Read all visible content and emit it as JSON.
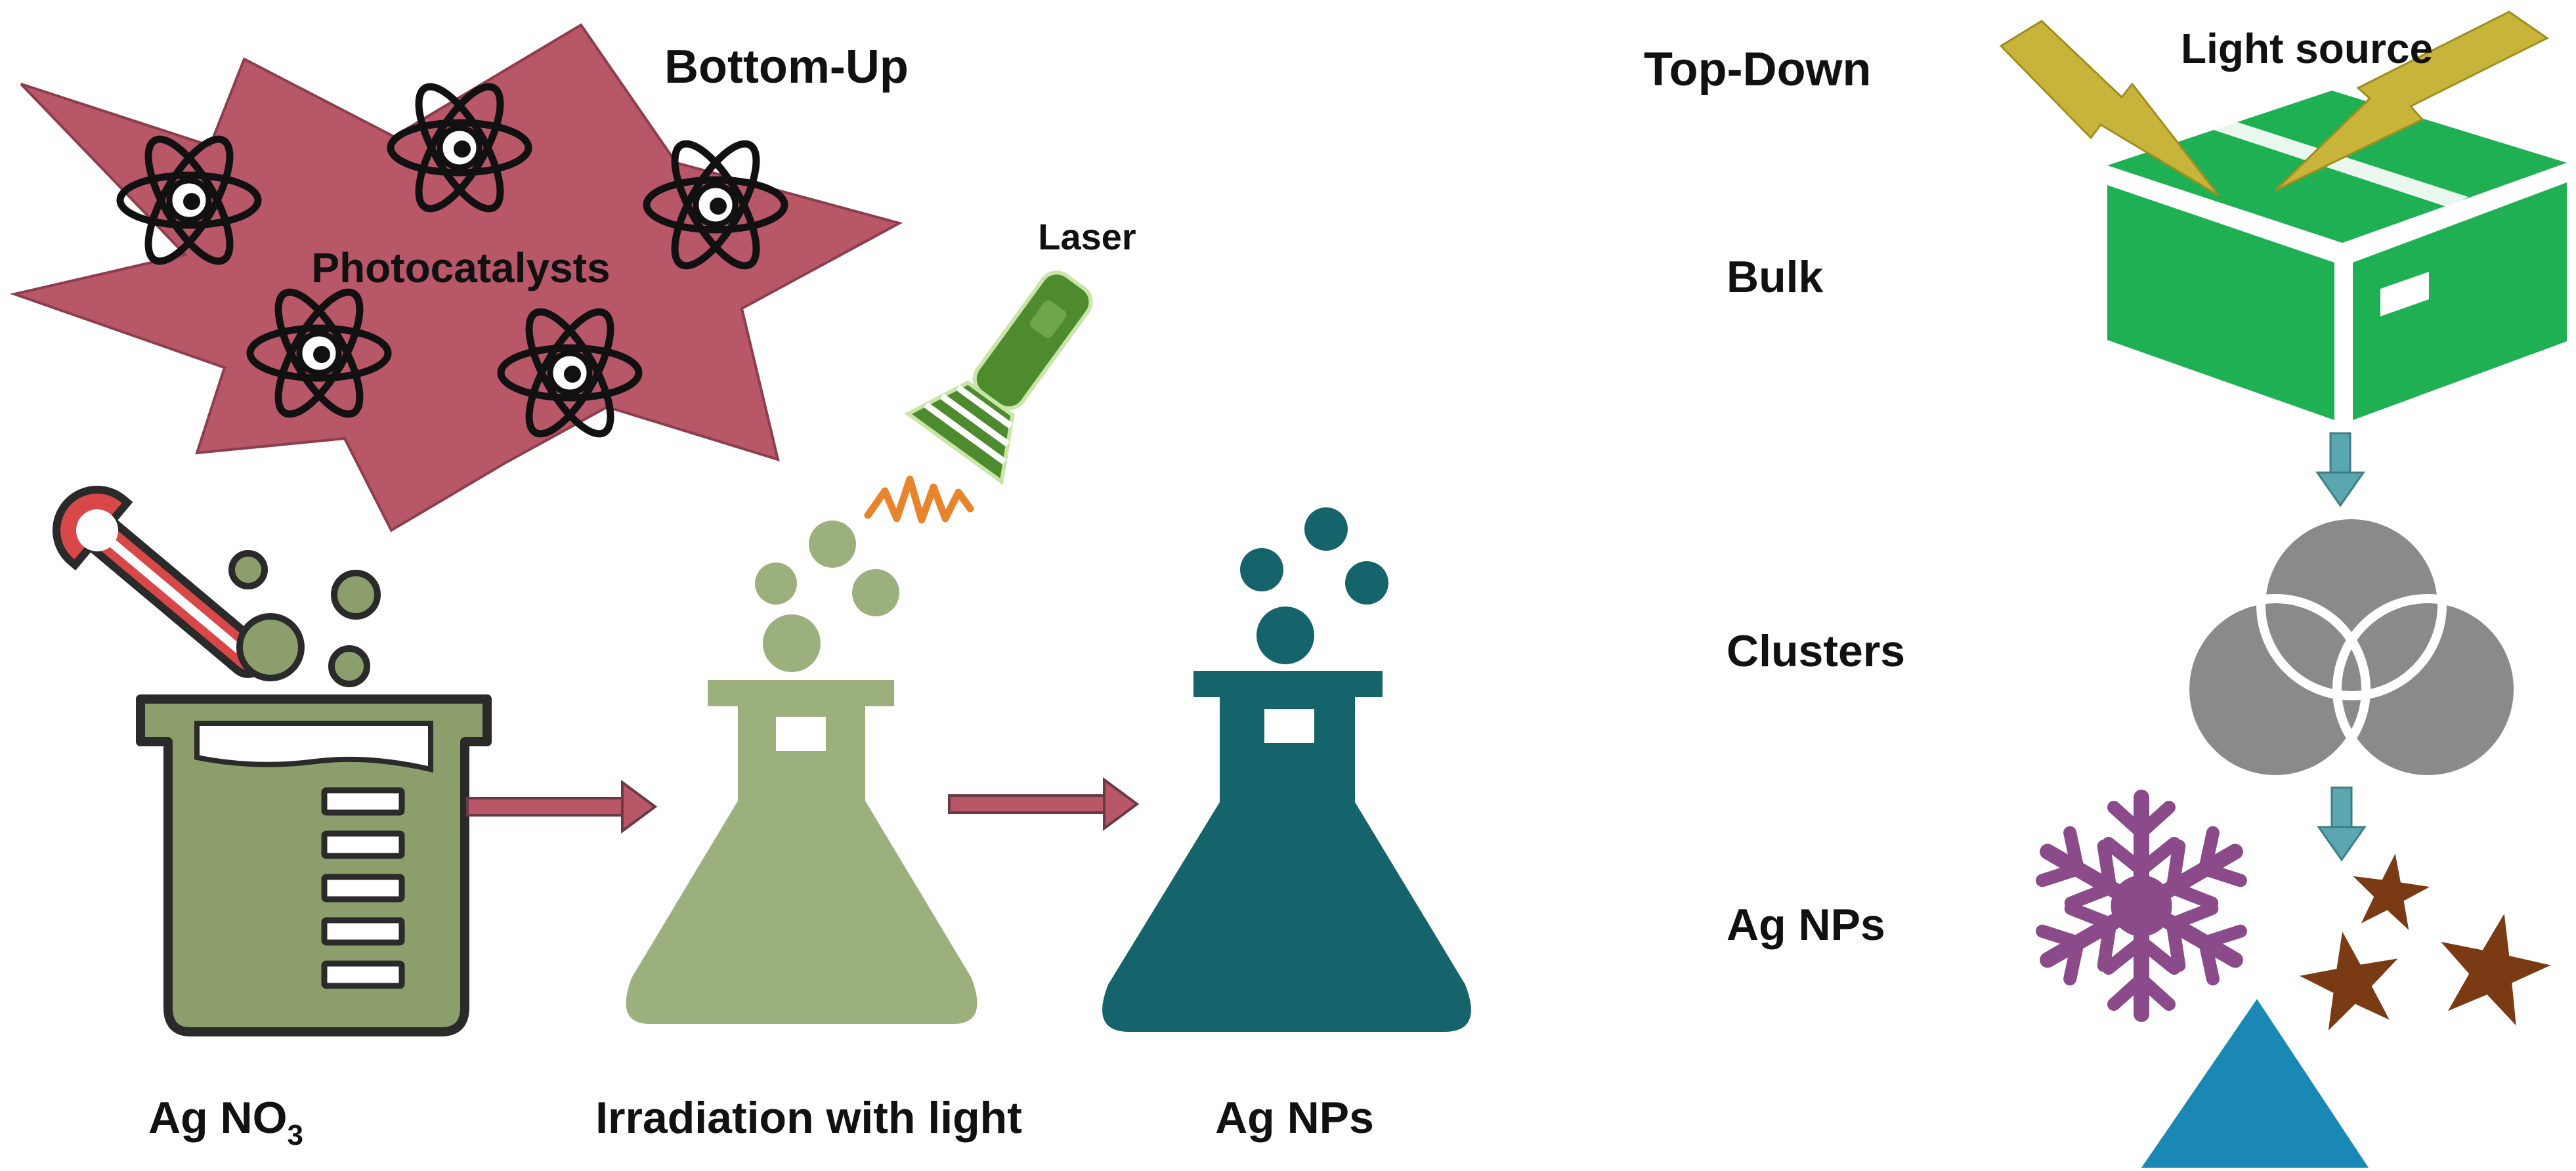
{
  "bottom_up": {
    "heading": "Bottom-Up",
    "burst_label": "Photocatalysts",
    "laser_label": "Laser",
    "step1_label_base": "Ag NO",
    "step1_label_sub": "3",
    "step2_label": "Irradiation with light",
    "step3_label": "Ag NPs"
  },
  "top_down": {
    "heading": "Top-Down",
    "light_label": "Light source",
    "bulk_label": "Bulk",
    "clusters_label": "Clusters",
    "nps_label": "Ag NPs"
  },
  "colors": {
    "burst": "#b85768",
    "beaker": "#8b9e6b",
    "flask_light": "#9cb07e",
    "flask_dark": "#16646b",
    "laser": "#4e8a2e",
    "wave": "#e8842c",
    "box": "#1fb054",
    "bolt": "#c8b43a",
    "arrow_red": "#b85768",
    "arrow_blue": "#5aa7b0",
    "clusters": "#8a8a8a",
    "snowflake": "#8b4a8a",
    "star": "#7a3a14",
    "triangle": "#1a88b4"
  },
  "icons": [
    "atom-icon",
    "thermometer-icon",
    "laser-icon",
    "lightning-icon",
    "box-icon",
    "snowflake-icon",
    "star-icon",
    "triangle-icon"
  ]
}
